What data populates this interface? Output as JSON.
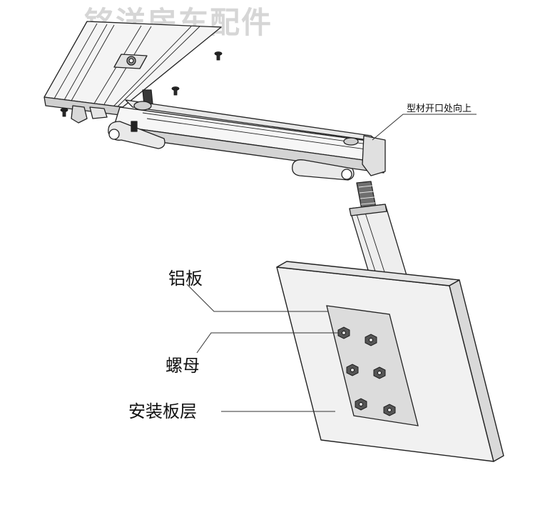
{
  "watermark": "铭洋房车配件",
  "labels": {
    "opening_note": "型材开口处向上",
    "aluminum_plate": "铝板",
    "nut": "螺母",
    "mounting_layer": "安装板层"
  },
  "colors": {
    "line": "#222222",
    "watermark": "#d6d6d6",
    "panel_front": "#f1f1f1",
    "panel_side": "#d9d9d9",
    "plate": "#dcdcdc",
    "metal": "#b8b8b8"
  }
}
